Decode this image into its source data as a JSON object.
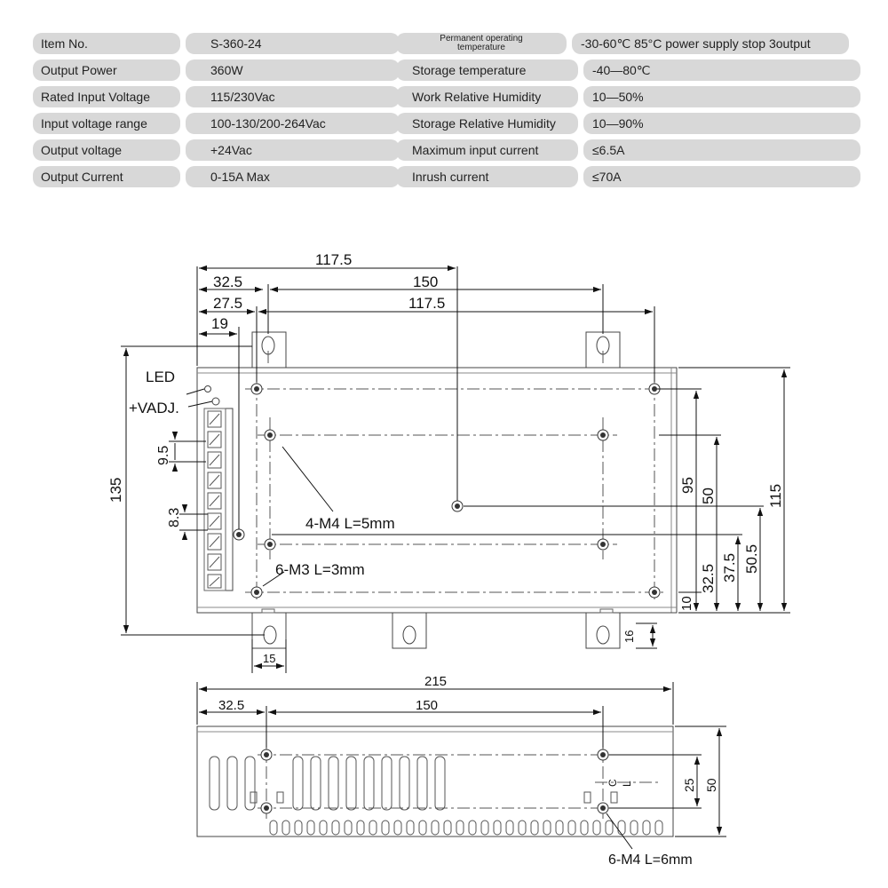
{
  "specs": {
    "left": [
      {
        "label": "Item No.",
        "value": "S-360-24"
      },
      {
        "label": "Output Power",
        "value": "360W"
      },
      {
        "label": "Rated Input Voltage",
        "value": "115/230Vac"
      },
      {
        "label": "Input voltage range",
        "value": "100-130/200-264Vac"
      },
      {
        "label": "Output voltage",
        "value": "+24Vac"
      },
      {
        "label": "Output Current",
        "value": "0-15A Max"
      }
    ],
    "right": [
      {
        "label_line1": "Permanent operating",
        "label_line2": "temperature",
        "value": "-30-60℃  85°C power supply stop 3output"
      },
      {
        "label": "Storage temperature",
        "value": "-40—80℃"
      },
      {
        "label": "Work Relative Humidity",
        "value": "10—50%"
      },
      {
        "label": "Storage Relative Humidity",
        "value": "10—90%"
      },
      {
        "label": "Maximum input current",
        "value": "≤6.5A"
      },
      {
        "label": "Inrush current",
        "value": "≤70A"
      }
    ]
  },
  "drawing": {
    "dims_top": {
      "d117a": "117.5",
      "d32": "32.5",
      "d150": "150",
      "d27": "27.5",
      "d117b": "117.5",
      "d19": "19"
    },
    "labels": {
      "led": "LED",
      "vadj": "+VADJ.",
      "m4": "4-M4 L=5mm",
      "m3": "6-M3 L=3mm"
    },
    "dims_left": {
      "d135": "135",
      "d95s": "9.5",
      "d83": "8.3"
    },
    "dims_right": {
      "d95": "95",
      "d50": "50",
      "d115": "115",
      "d325": "32.5",
      "d375": "37.5",
      "d505": "50.5",
      "d10": "10",
      "d16": "16"
    },
    "dims_bottom_top": {
      "d15": "15"
    },
    "side": {
      "d215": "215",
      "d325": "32.5",
      "d150": "150",
      "d25": "25",
      "d50": "50",
      "m4b": "6-M4 L=6mm",
      "c": "C",
      "l": "L"
    }
  }
}
